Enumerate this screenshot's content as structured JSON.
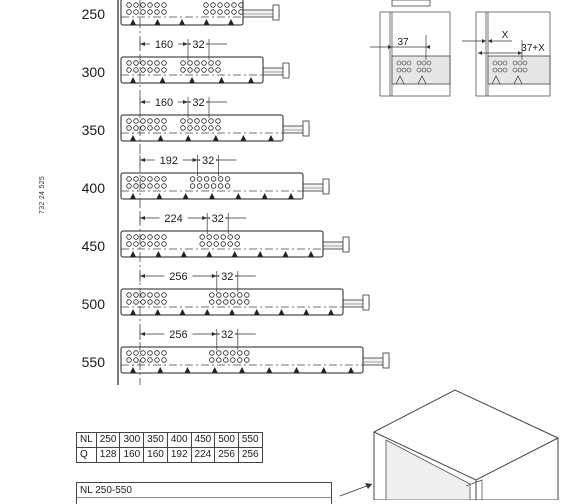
{
  "side_code": "732 24 525",
  "rows": [
    {
      "nl": "250",
      "dim": "",
      "hole": ""
    },
    {
      "nl": "300",
      "dim": "160",
      "hole": "32"
    },
    {
      "nl": "350",
      "dim": "160",
      "hole": "32"
    },
    {
      "nl": "400",
      "dim": "192",
      "hole": "32"
    },
    {
      "nl": "450",
      "dim": "224",
      "hole": "32"
    },
    {
      "nl": "500",
      "dim": "256",
      "hole": "32"
    },
    {
      "nl": "550",
      "dim": "256",
      "hole": "32"
    }
  ],
  "detail": {
    "left_dim": "37",
    "right_x": "X",
    "right_dim": "37+X"
  },
  "table": {
    "head_label": "NL",
    "head_values": [
      "250",
      "300",
      "350",
      "400",
      "450",
      "500",
      "550"
    ],
    "row_label": "Q",
    "row_values": [
      "128",
      "160",
      "160",
      "192",
      "224",
      "256",
      "256"
    ]
  },
  "box_title": "NL 250-550"
}
